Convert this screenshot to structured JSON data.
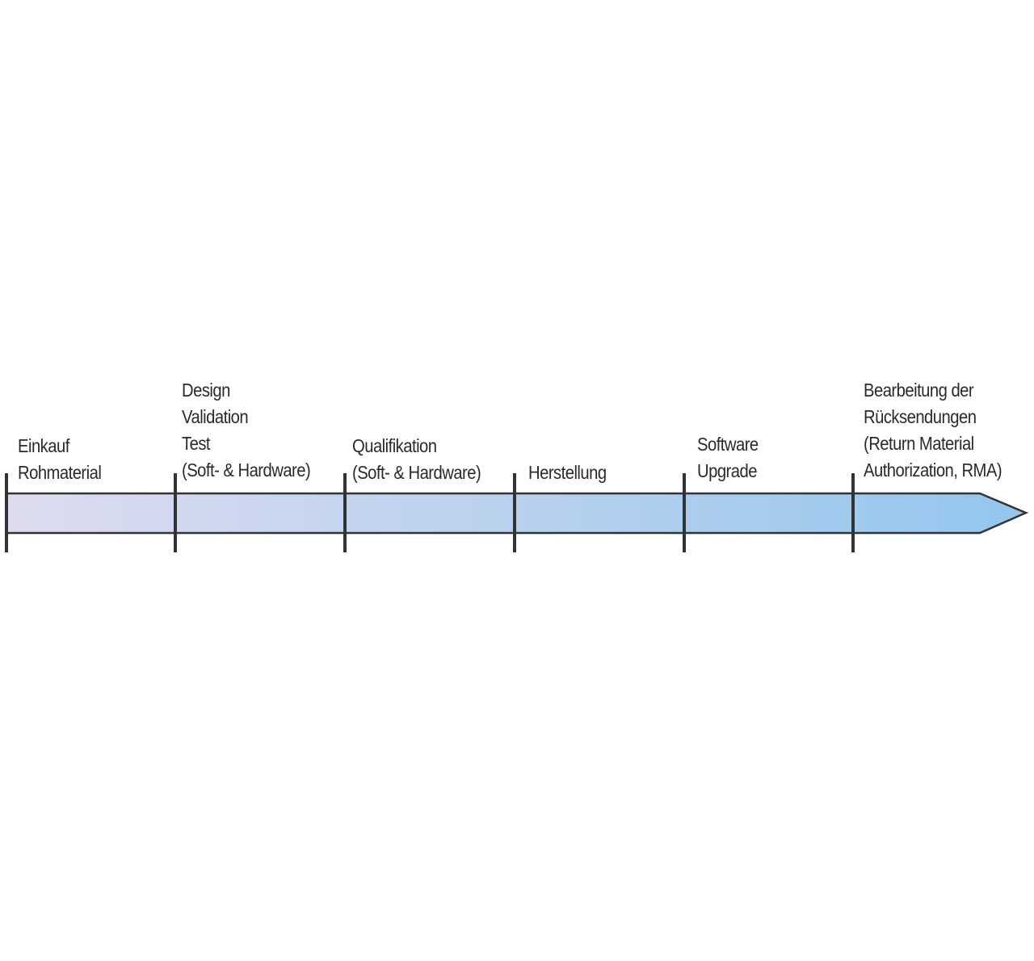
{
  "phases": [
    {
      "lines": [
        "Einkauf",
        "Rohmaterial"
      ],
      "color": "#dcdcee"
    },
    {
      "lines": [
        "Design",
        "Validation",
        "Test",
        "(Soft- & Hardware)"
      ],
      "color": "#d2daee"
    },
    {
      "lines": [
        "Qualifikation",
        "(Soft- & Hardware)"
      ],
      "color": "#c6d6f0"
    },
    {
      "lines": [
        "Herstellung"
      ],
      "color": "#b8d2ef"
    },
    {
      "lines": [
        "Software",
        "Upgrade"
      ],
      "color": "#a9cdf0"
    },
    {
      "lines": [
        "Bearbeitung der",
        "Rücksendungen",
        "(Return Material",
        "Authorization, RMA)"
      ],
      "color": "#98c7ee"
    }
  ],
  "colors": {
    "outline": "#333333",
    "text": "#2a2a2a",
    "gradient_start": "#dedcef",
    "gradient_end": "#93c6ee"
  }
}
